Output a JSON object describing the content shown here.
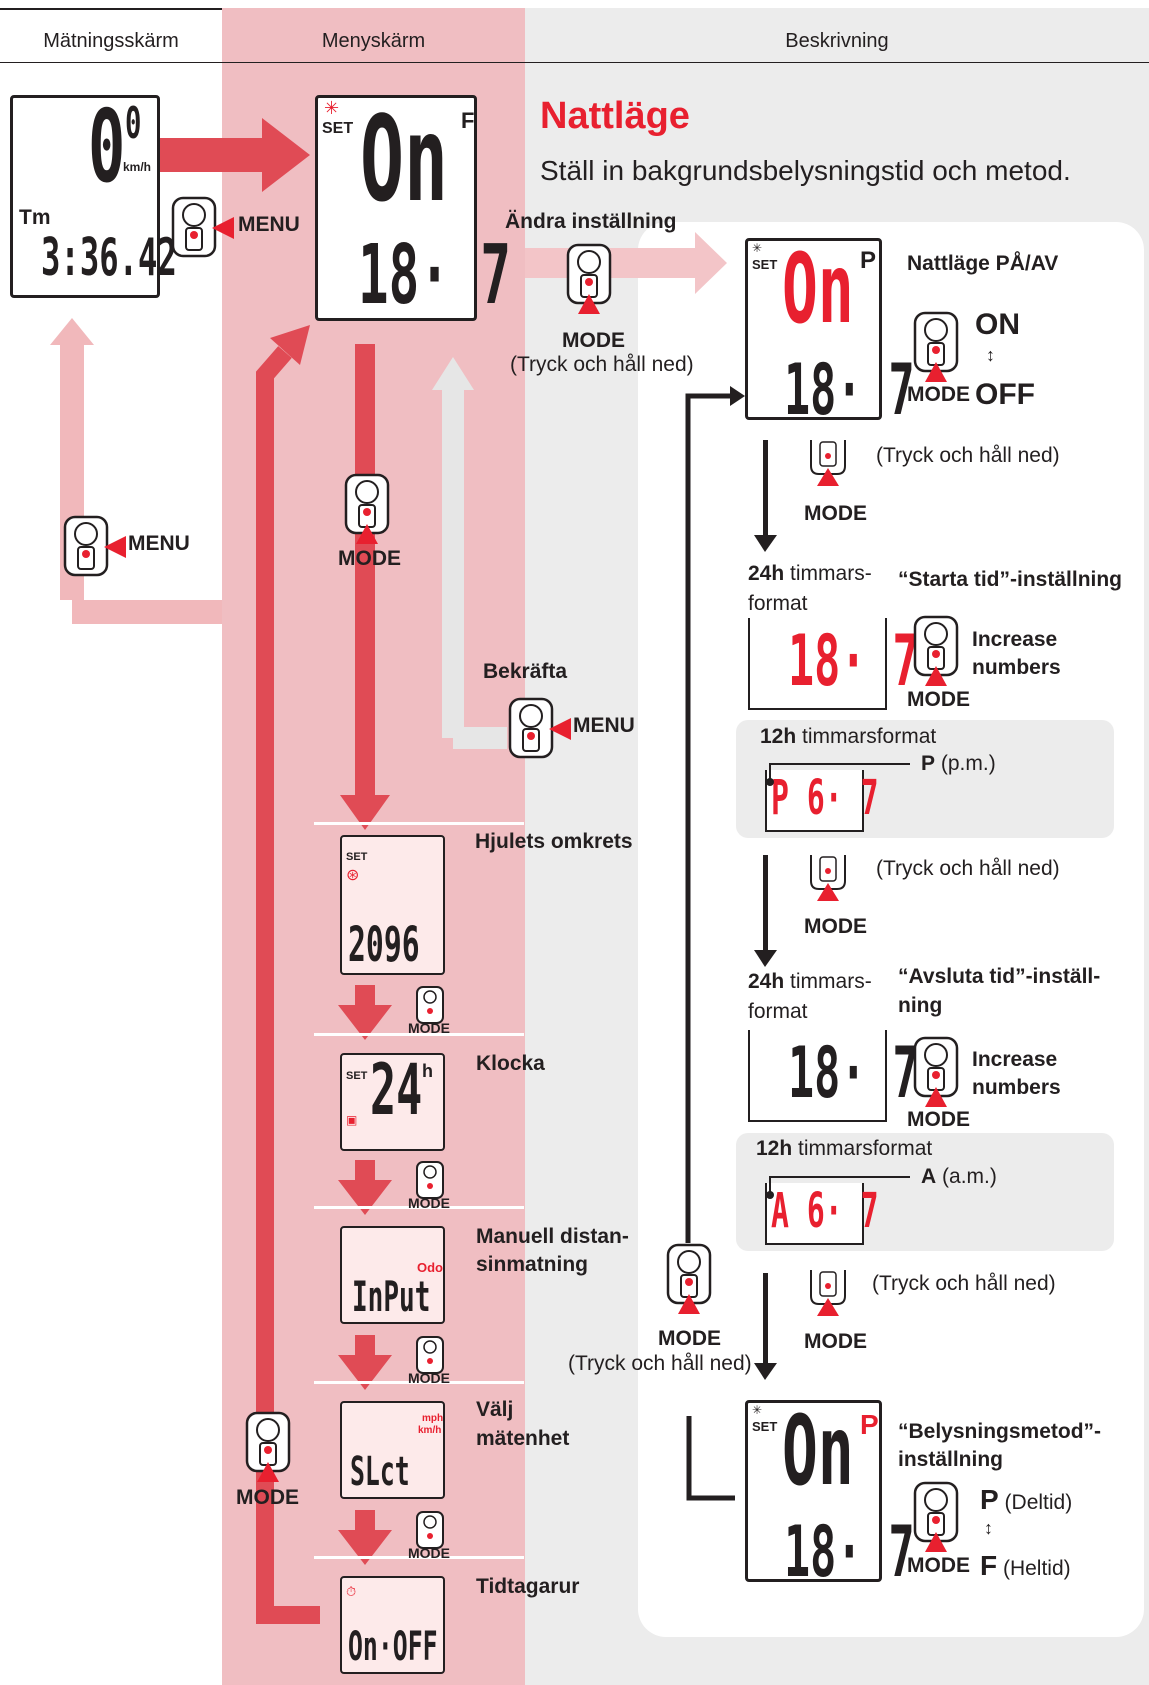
{
  "columns": {
    "measurement": "Mätningsskärm",
    "menu": "Menyskärm",
    "description": "Beskrivning"
  },
  "title": "Nattläge",
  "subtitle": "Ställ in bakgrundsbelysningstid och metod.",
  "buttons": {
    "menu": "MENU",
    "mode": "MODE",
    "press_hold": "(Tryck och håll ned)"
  },
  "measure_screen": {
    "speed": "0",
    "speed_dec": "0",
    "unit": "km/h",
    "tm_label": "Tm",
    "time": "3:36.42"
  },
  "menu_screen": {
    "set": "SET",
    "main": "On",
    "sup": "F",
    "line2": "18· 7"
  },
  "labels": {
    "change_setting": "Ändra inställning",
    "confirm": "Bekräfta",
    "wheel": "Hjulets omkrets",
    "clock": "Klocka",
    "manual1": "Manuell distan-",
    "manual2": "sinmatning",
    "unit1": "Välj",
    "unit2": "mätenhet",
    "stopwatch": "Tidtagarur"
  },
  "sub_screens": {
    "wheel_val": "2096",
    "clock_val": "24",
    "clock_sup": "h",
    "input_val": "InPut",
    "odo": "Odo",
    "unit_val": "SLct",
    "mph": "mph",
    "kmh": "km/h",
    "sw_val": "On·OFF"
  },
  "desc": {
    "night_onoff": "Nattläge PÅ/AV",
    "on": "ON",
    "off": "OFF",
    "updown": "↕",
    "h24": "24h",
    "h24_rest1": "timmars-",
    "h24_rest2": "format",
    "start_time": "“Starta tid”-inställning",
    "increase1": "Increase",
    "increase2": "numbers",
    "h12": "12h",
    "h12_rest": "timmarsformat",
    "p": "P",
    "pm": "(p.m.)",
    "a": "A",
    "am": "(a.m.)",
    "end_time1": "“Avsluta tid”-inställ-",
    "end_time2": "ning",
    "method1": "“Belysningsmetod”-",
    "method2": "inställning",
    "part": "(Deltid)",
    "full": "(Heltid)",
    "f": "F"
  },
  "screens_desc": {
    "on": "On",
    "p": "P",
    "val": "18· 7",
    "p12": "P 6· 7",
    "a12": "A 6· 7"
  }
}
